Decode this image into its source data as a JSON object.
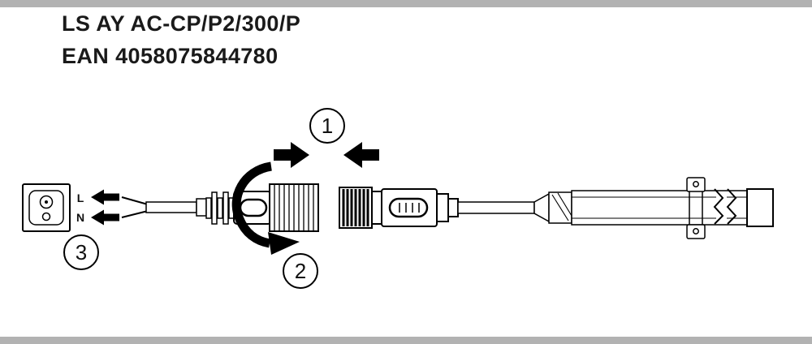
{
  "page": {
    "product_name": "LS AY AC-CP/P2/300/P",
    "ean": "EAN 4058075844780"
  },
  "diagram": {
    "step_badges": [
      "1",
      "2",
      "3"
    ],
    "terminal_labels": [
      "L",
      "N"
    ]
  },
  "colors": {
    "band": "#b2b2b2",
    "line": "#000000",
    "text": "#1a1a1a",
    "background": "#ffffff"
  }
}
